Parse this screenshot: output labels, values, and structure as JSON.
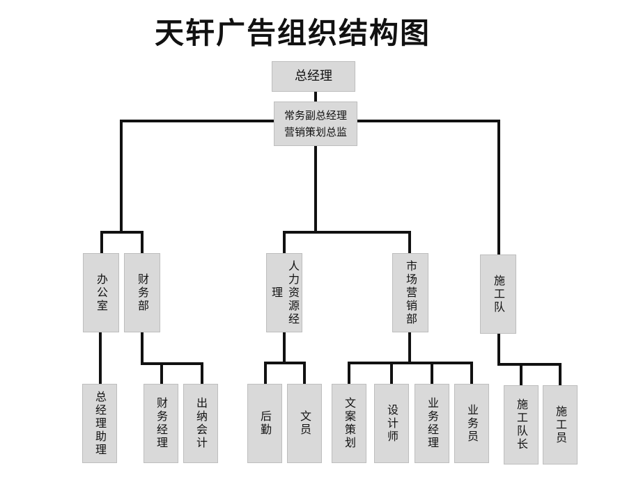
{
  "title": "天轩广告组织结构图",
  "nodes": {
    "gm": "总经理",
    "deputy_line1": "常务副总经理",
    "deputy_line2": "营销策划总监",
    "office": "办公室",
    "finance_dept": "财务部",
    "hr_manager": "人力资源经理",
    "marketing_dept": "市场营销部",
    "construction_team": "施工队",
    "gm_assistant": "总经理助理",
    "finance_manager": "财务经理",
    "cashier_accounting": "出纳会计",
    "logistics": "后勤",
    "clerk": "文员",
    "copywriting": "文案策划",
    "designer": "设计师",
    "sales_manager": "业务经理",
    "salesperson": "业务员",
    "team_leader": "施工队长",
    "worker": "施工员"
  }
}
